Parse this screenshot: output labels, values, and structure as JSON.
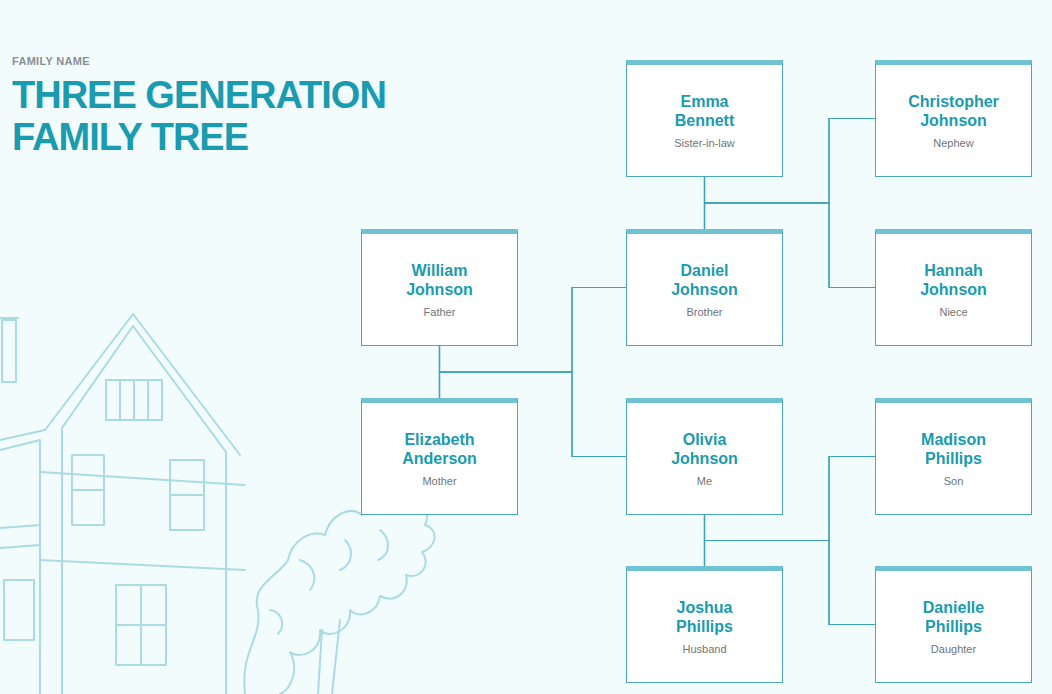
{
  "diagram": {
    "title": "THREE GENERATION FAMILY TREE",
    "nodes": [
      {
        "text": [
          "Emma Bennett",
          "Sister-in-law"
        ]
      },
      {
        "text": [
          "Christopher Johnson",
          "Nephew"
        ]
      },
      {
        "text": [
          "William Johnson",
          "Father"
        ]
      },
      {
        "text": [
          "Daniel Johnson",
          "Brother"
        ]
      },
      {
        "text": [
          "Hannah Johnson",
          "Niece"
        ]
      },
      {
        "text": [
          "Elizabeth Anderson",
          "Mother"
        ]
      },
      {
        "text": [
          "Olivia Johnson",
          "Me"
        ]
      },
      {
        "text": [
          "Madison Phillips",
          "Son"
        ]
      },
      {
        "text": [
          "Joshua Phillips",
          "Husband"
        ]
      },
      {
        "text": [
          "Danielle Phillips",
          "Daughter"
        ]
      }
    ],
    "edges": [
      {
        "from": 0,
        "to": 3,
        "arrow": "none"
      },
      {
        "from": 0,
        "to": 1,
        "arrow": "none"
      },
      {
        "from": 0,
        "to": 4,
        "arrow": "none"
      },
      {
        "from": 3,
        "to": 1,
        "arrow": "none"
      },
      {
        "from": 3,
        "to": 4,
        "arrow": "none"
      },
      {
        "from": 2,
        "to": 5,
        "arrow": "none"
      },
      {
        "from": 2,
        "to": 3,
        "arrow": "none"
      },
      {
        "from": 2,
        "to": 6,
        "arrow": "none"
      },
      {
        "from": 5,
        "to": 3,
        "arrow": "none"
      },
      {
        "from": 5,
        "to": 6,
        "arrow": "none"
      },
      {
        "from": 6,
        "to": 8,
        "arrow": "none"
      },
      {
        "from": 6,
        "to": 7,
        "arrow": "none"
      },
      {
        "from": 6,
        "to": 9,
        "arrow": "none"
      },
      {
        "from": 8,
        "to": 7,
        "arrow": "none"
      },
      {
        "from": 8,
        "to": 9,
        "arrow": "none"
      }
    ],
    "labels": [
      "FAMILY NAME"
    ]
  }
}
